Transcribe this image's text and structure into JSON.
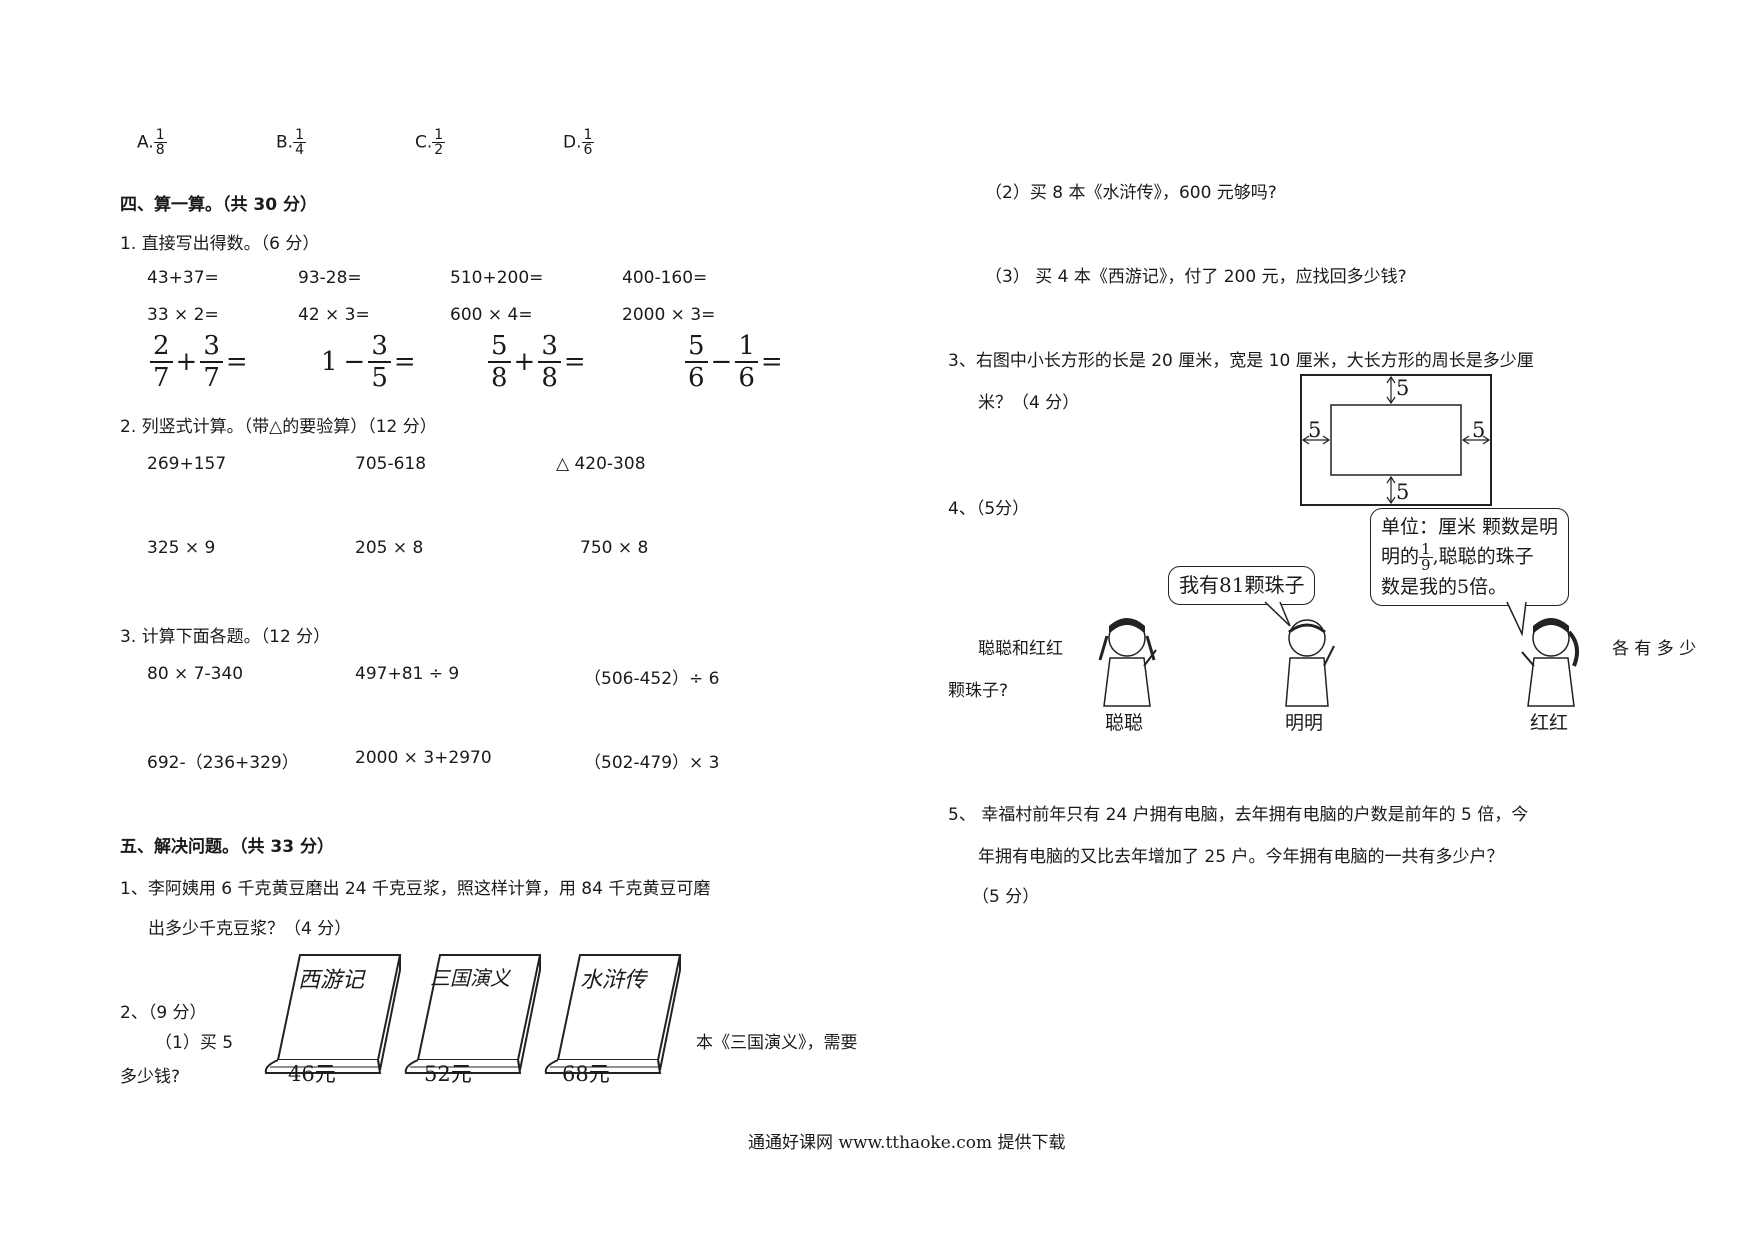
{
  "choices": {
    "a": {
      "label": "A.",
      "n": "1",
      "d": "8"
    },
    "b": {
      "label": "B.",
      "n": "1",
      "d": "4"
    },
    "c": {
      "label": "C.",
      "n": "1",
      "d": "2"
    },
    "d": {
      "label": "D.",
      "n": "1",
      "d": "6"
    }
  },
  "section4": {
    "title": "四、算一算。（共 30 分）",
    "q1": {
      "title": "1. 直接写出得数。（6 分）",
      "row1": [
        "43+37=",
        "93-28=",
        "510+200=",
        "400-160="
      ],
      "row2": [
        "33 × 2=",
        "42 × 3=",
        "600 × 4=",
        "2000 × 3="
      ],
      "fracs": [
        {
          "a_n": "2",
          "a_d": "7",
          "op": "+",
          "b_n": "3",
          "b_d": "7",
          "eq": "="
        },
        {
          "lead": "1",
          "op": "−",
          "b_n": "3",
          "b_d": "5",
          "eq": "="
        },
        {
          "a_n": "5",
          "a_d": "8",
          "op": "+",
          "b_n": "3",
          "b_d": "8",
          "eq": "="
        },
        {
          "a_n": "5",
          "a_d": "6",
          "op": "−",
          "b_n": "1",
          "b_d": "6",
          "eq": "="
        }
      ]
    },
    "q2": {
      "title": "2. 列竖式计算。（带△的要验算）（12 分）",
      "row1": [
        "269+157",
        "705-618",
        "△ 420-308"
      ],
      "row2": [
        "325 × 9",
        "205 × 8",
        "750 × 8"
      ]
    },
    "q3": {
      "title": "3. 计算下面各题。（12 分）",
      "row1": [
        "80 × 7-340",
        "497+81 ÷ 9",
        "（506-452）÷ 6"
      ],
      "row2": [
        "692-（236+329）",
        "2000 × 3+2970",
        "（502-479）× 3"
      ]
    }
  },
  "section5": {
    "title": "五、解决问题。（共 33 分）",
    "q1_line1": "1、李阿姨用 6 千克黄豆磨出 24 千克豆浆，照这样计算，用 84 千克黄豆可磨",
    "q1_line2": "出多少千克豆浆？（4 分）",
    "q2_head": "2、（9 分）",
    "q2_sub1": "（1）买 5",
    "q2_sub1_tail": "本《三国演义》，需要",
    "q2_sub1_end": "多少钱?",
    "books": [
      {
        "title": "西游记",
        "price": "46元"
      },
      {
        "title": "三国演义",
        "price": "52元"
      },
      {
        "title": "水浒传",
        "price": "68元"
      }
    ],
    "q2_sub2": "（2）买 8 本《水浒传》，600 元够吗?",
    "q2_sub3": "（3）  买 4 本《西游记》，付了 200 元，应找回多少钱?",
    "q3_line1": "3、右图中小长方形的长是 20 厘米，宽是 10 厘米，大长方形的周长是多少厘",
    "q3_line2": "米？（4 分）",
    "rect_labels": {
      "top": "5",
      "left": "5",
      "right": "5",
      "bottom": "5"
    },
    "q4_head": "4、（5分）",
    "q4_text1": "聪聪和红红",
    "q4_text2": "颗珠子?",
    "q4_text3": "各 有 多 少",
    "bubble_left": "我有81颗珠子",
    "bubble_right": {
      "line1": "单位：厘米  颗数是明",
      "line2a": "明的",
      "frac_n": "1",
      "frac_d": "9",
      "line2b": ",聪聪的珠子",
      "line3": "数是我的5倍。"
    },
    "kids": [
      "聪聪",
      "明明",
      "红红"
    ],
    "q5_line1": "5、  幸福村前年只有 24 户拥有电脑，去年拥有电脑的户数是前年的 5 倍，今",
    "q5_line2": "年拥有电脑的又比去年增加了 25 户。今年拥有电脑的一共有多少户？",
    "q5_line3": "（5 分）"
  },
  "footer": "通通好课网  www.tthaoke.com  提供下载"
}
